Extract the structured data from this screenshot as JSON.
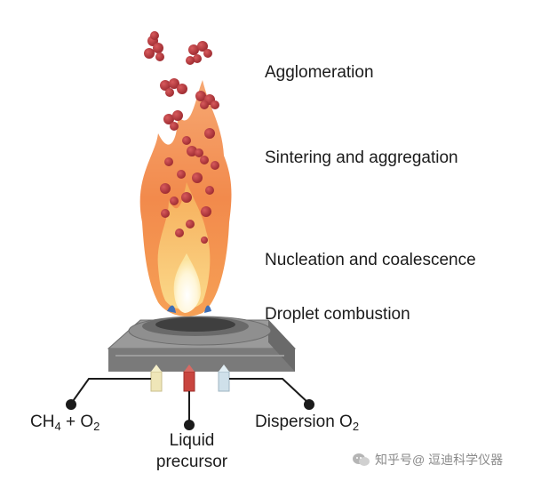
{
  "stages": {
    "agglomeration": "Agglomeration",
    "sintering": "Sintering and aggregation",
    "nucleation": "Nucleation and coalescence",
    "droplet": "Droplet combustion"
  },
  "inputs": {
    "methane_a": "CH",
    "methane_sub": "4",
    "methane_b": " + O",
    "methane_sub2": "2",
    "liquid_line1": "Liquid",
    "liquid_line2": "precursor",
    "dispersion_a": "Dispersion O",
    "dispersion_sub": "2"
  },
  "watermark": {
    "text": "知乎号@ 逗迪科学仪器"
  },
  "colors": {
    "flame_outer": "#f4894a",
    "flame_mid": "#f7b25f",
    "flame_core": "#fbe2a0",
    "particle": "#b8363b",
    "burner_top": "#a8a8a8",
    "burner_side": "#7c7c7c",
    "tube_yellow": "#efe6b8",
    "tube_red": "#c9453f",
    "tube_blue": "#cfe0ea"
  }
}
